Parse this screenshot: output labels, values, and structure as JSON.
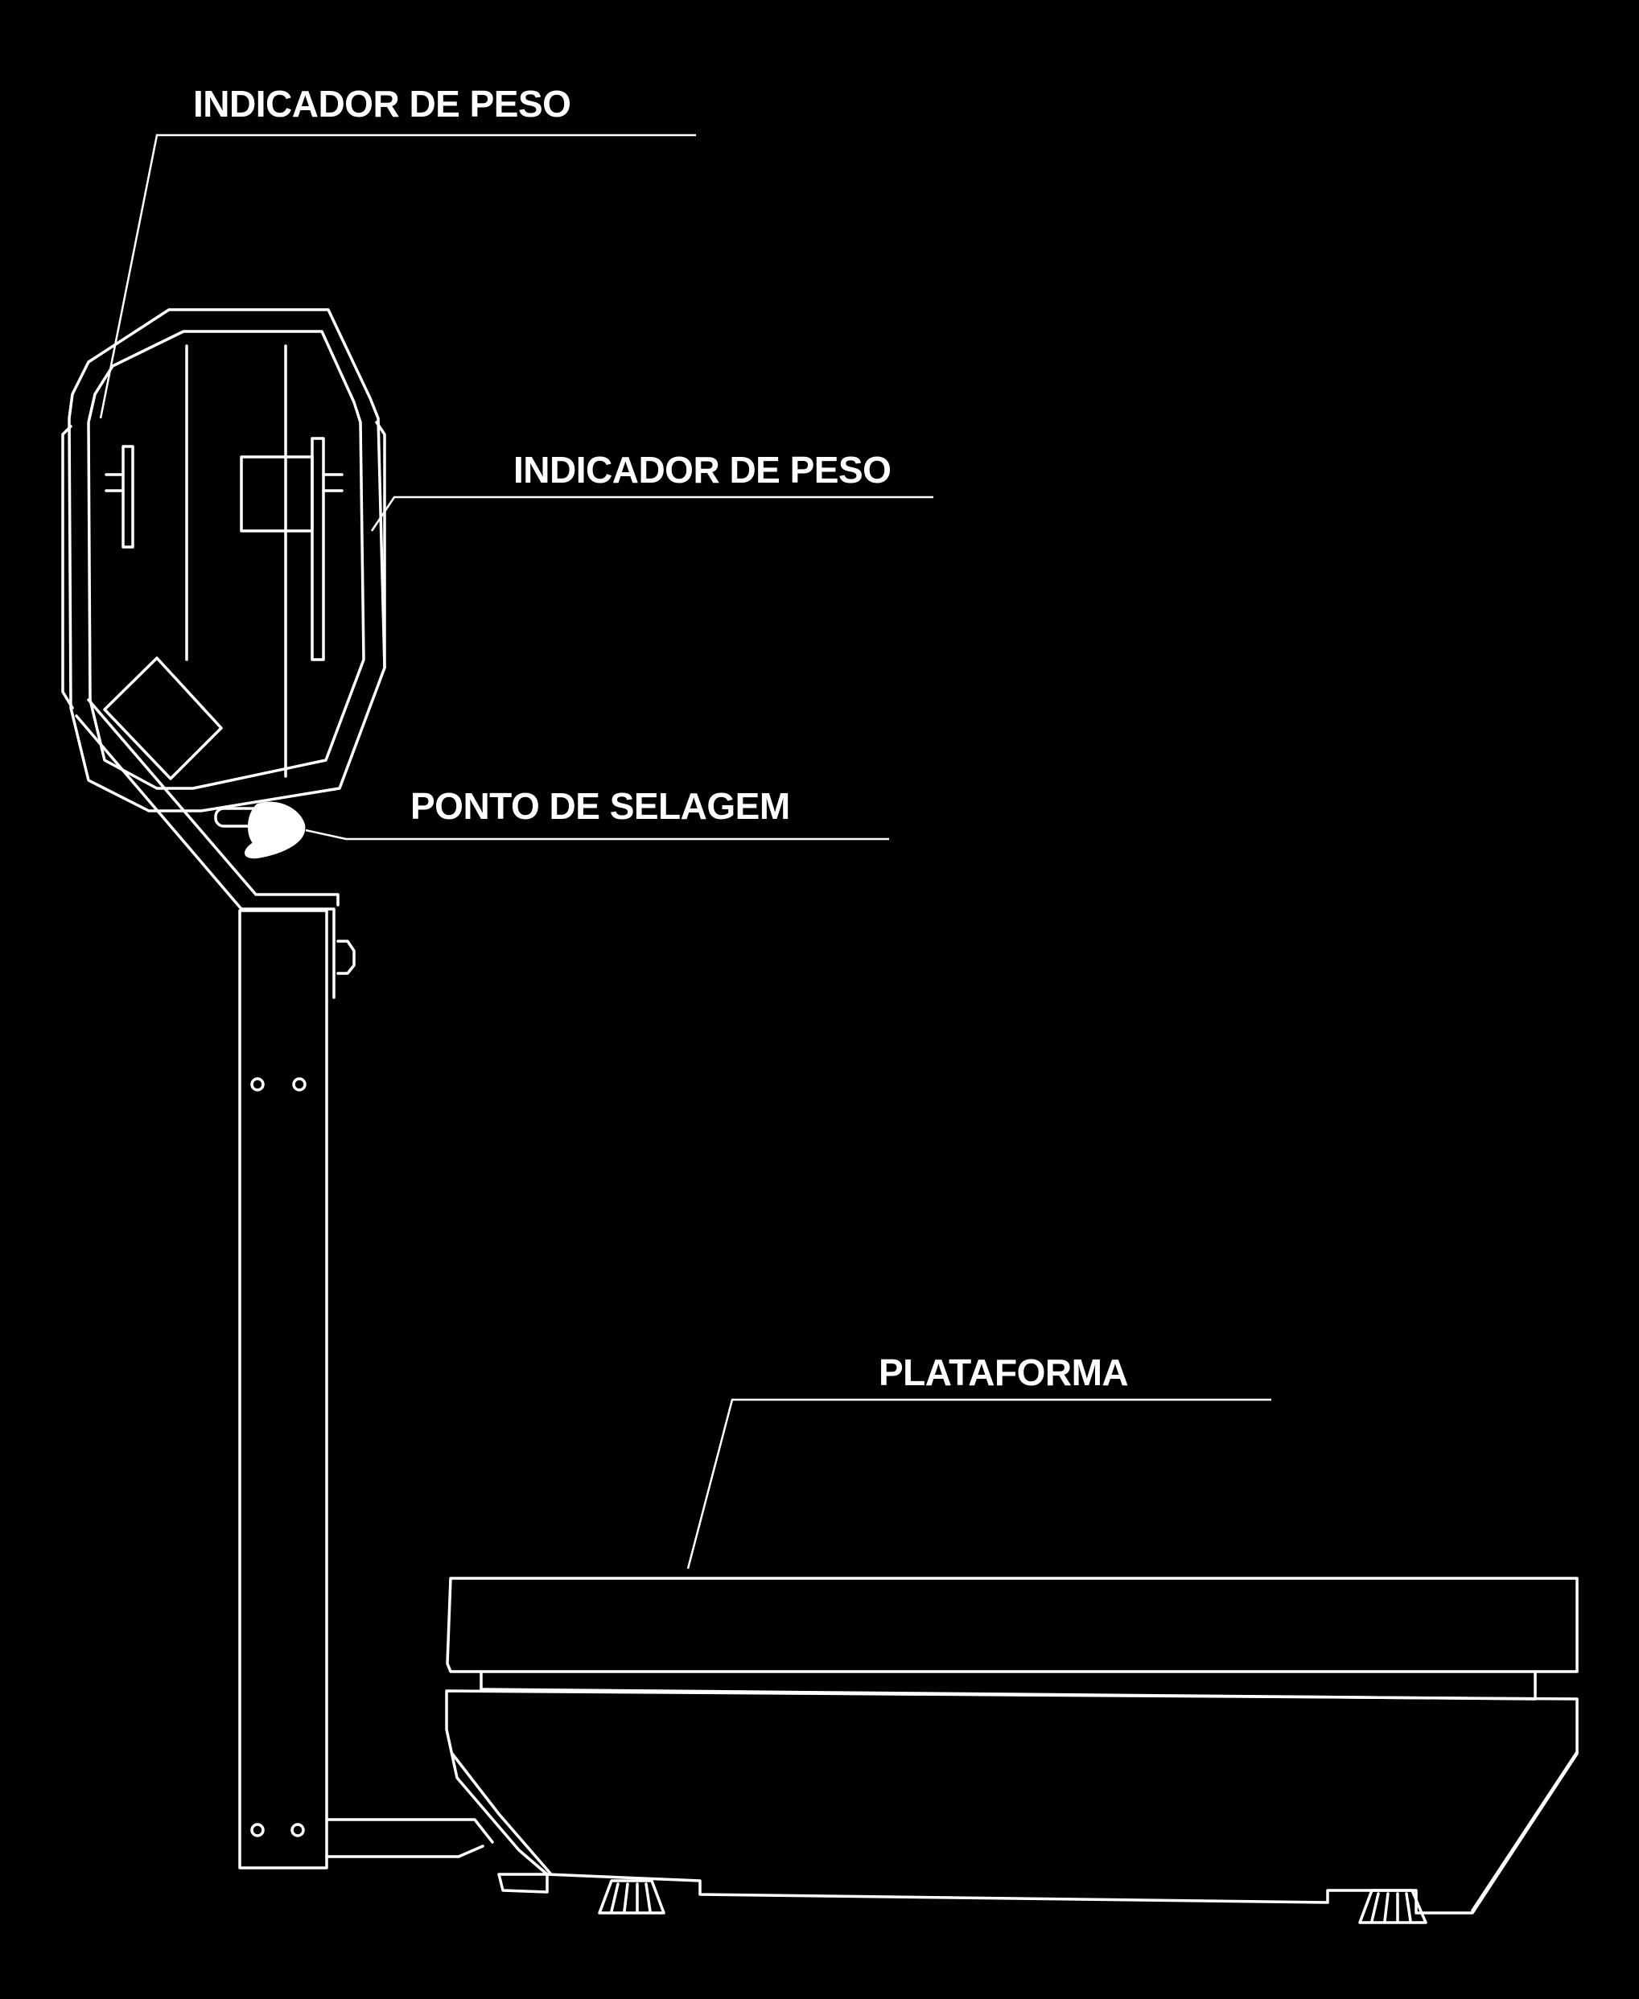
{
  "background_color": "#000000",
  "line_color": "#ffffff",
  "labels": {
    "indicador_top": "INDICADOR DE PESO",
    "indicador_side": "INDICADOR DE PESO",
    "ponto_selagem": "PONTO DE SELAGEM",
    "plataforma": "PLATAFORMA"
  }
}
